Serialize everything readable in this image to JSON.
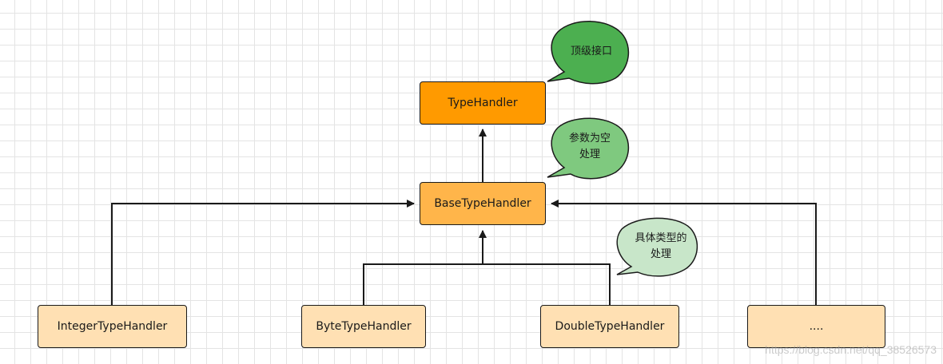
{
  "nodes": {
    "type_handler": "TypeHandler",
    "base_type_handler": "BaseTypeHandler",
    "integer_type_handler": "IntegerTypeHandler",
    "byte_type_handler": "ByteTypeHandler",
    "double_type_handler": "DoubleTypeHandler",
    "more": "...."
  },
  "bubbles": {
    "top_interface": "顶级接口",
    "null_param_line1": "参数为空",
    "null_param_line2": "处理",
    "specific_type_line1": "具体类型的",
    "specific_type_line2": "处理"
  },
  "colors": {
    "top_node": "#ff9a00",
    "base_node": "#ffb54a",
    "leaf_node": "#ffe0b3",
    "bubble_dark_green": "#4caf50",
    "bubble_mid_green": "#7fc97f",
    "bubble_light_green": "#c8e6c9"
  },
  "watermark": "https://blog.csdn.net/qq_38526573"
}
